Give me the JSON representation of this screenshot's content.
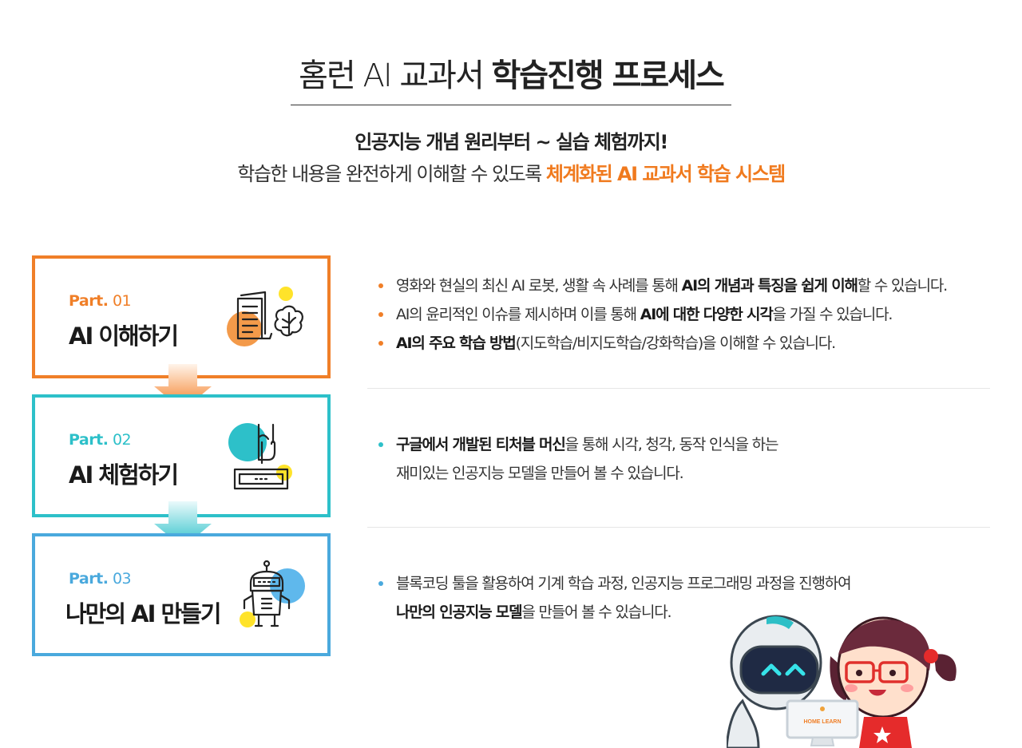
{
  "header": {
    "title_light": "홈런 AI 교과서 ",
    "title_bold": "학습진행 프로세스",
    "subtitle_bold": "인공지능 개념 원리부터 ~ 실습 체험까지!",
    "subtitle_plain": "학습한 내용을 완전하게 이해할 수 있도록 ",
    "subtitle_highlight": "체계화된 AI 교과서 학습 시스템"
  },
  "parts": [
    {
      "prefix": "Part.",
      "number": "01",
      "title": "AI 이해하기",
      "color": "#f07f28",
      "icon": "book-brain-icon",
      "bullets": [
        {
          "plain": "영화와 현실의 최신 AI  로봇, 생활 속 사례를 통해 ",
          "bold": "AI의 개념과 특징을 쉽게 이해",
          "tail": "할 수 있습니다."
        },
        {
          "plain": "AI의 윤리적인 이슈를 제시하며 이를 통해 ",
          "bold": "AI에 대한 다양한 시각",
          "tail": "을 가질 수 있습니다."
        },
        {
          "plain": "",
          "bold": "AI의 주요 학습 방법",
          "tail": "(지도학습/비지도학습/강화학습)을 이해할 수 있습니다."
        }
      ]
    },
    {
      "prefix": "Part.",
      "number": "02",
      "title": "AI 체험하기",
      "color": "#2dc0c9",
      "icon": "hand-keyboard-icon",
      "bullets": [
        {
          "plain": "",
          "bold": "구글에서 개발된 티처블 머신",
          "tail": "을 통해 시각, 청각, 동작 인식을 하는",
          "line2_plain": "재미있는 인공지능 모델을 만들어 볼 수 있습니다."
        }
      ]
    },
    {
      "prefix": "Part.",
      "number": "03",
      "title": "나만의 AI 만들기",
      "color": "#4aa9dd",
      "icon": "robot-icon",
      "bullets": [
        {
          "plain": "블록코딩 툴을 활용하여 기계 학습 과정, 인공지능 프로그래밍 과정을 진행하여",
          "line2_bold": "나만의 인공지능 모델",
          "line2_tail": "을 만들어 볼 수 있습니다."
        }
      ]
    }
  ],
  "mascot": {
    "logo_text": "HOME LEARN",
    "icon": "robot-and-girl-mascot-icon"
  }
}
